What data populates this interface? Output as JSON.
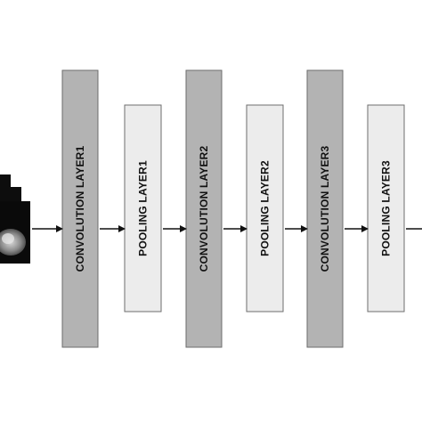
{
  "diagram": {
    "layers": [
      {
        "id": "conv1",
        "kind": "convolution",
        "label": "CONVOLUTION LAYER1"
      },
      {
        "id": "pool1",
        "kind": "pooling",
        "label": "POOLING LAYER1"
      },
      {
        "id": "conv2",
        "kind": "convolution",
        "label": "CONVOLUTION LAYER2"
      },
      {
        "id": "pool2",
        "kind": "pooling",
        "label": "POOLING LAYER2"
      },
      {
        "id": "conv3",
        "kind": "convolution",
        "label": "CONVOLUTION LAYER3"
      },
      {
        "id": "pool3",
        "kind": "pooling",
        "label": "POOLING LAYER3"
      }
    ],
    "colors": {
      "convolution_fill": "#b3b3b3",
      "pooling_fill": "#ececec",
      "stroke": "#6e6e6e",
      "arrow": "#111111"
    }
  }
}
